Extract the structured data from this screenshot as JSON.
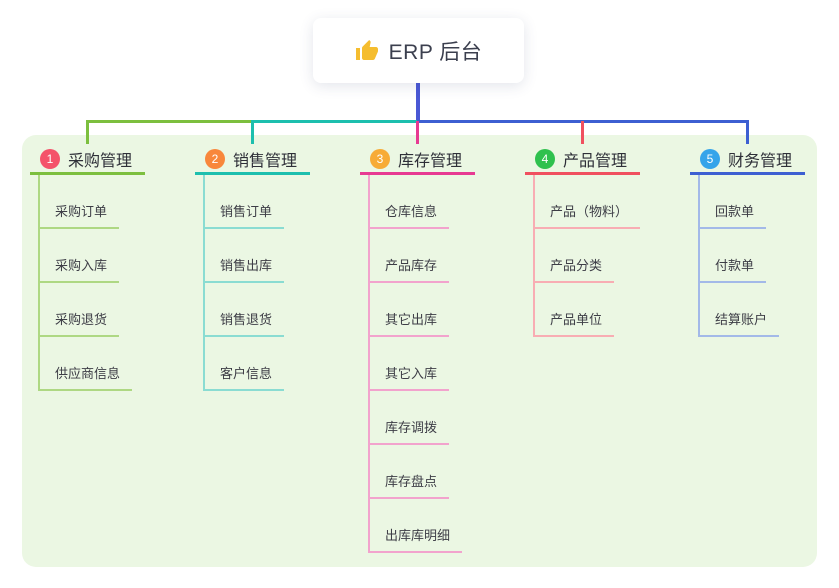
{
  "root": {
    "icon": "thumbs-up-icon",
    "title": "ERP 后台"
  },
  "colors": {
    "root_stem": "#4a58d5",
    "panel_bg": "#ebf7e3",
    "thumb_icon": "#f5bd2f",
    "root_text": "#3b3f4e"
  },
  "branches": [
    {
      "num": "1",
      "title": "采购管理",
      "color": "#7cbf3e",
      "tint": "#aed883",
      "badge_color": "#f4536a",
      "children": [
        "采购订单",
        "采购入库",
        "采购退货",
        "供应商信息"
      ]
    },
    {
      "num": "2",
      "title": "销售管理",
      "color": "#1dbfae",
      "tint": "#8adcd2",
      "badge_color": "#f8873b",
      "children": [
        "销售订单",
        "销售出库",
        "销售退货",
        "客户信息"
      ]
    },
    {
      "num": "3",
      "title": "库存管理",
      "color": "#e73a92",
      "tint": "#f2a3cd",
      "badge_color": "#f7ab36",
      "children": [
        "仓库信息",
        "产品库存",
        "其它出库",
        "其它入库",
        "库存调拨",
        "库存盘点",
        "出库库明细"
      ]
    },
    {
      "num": "4",
      "title": "产品管理",
      "color": "#f0505f",
      "tint": "#f8adb3",
      "badge_color": "#2fc14e",
      "children": [
        "产品（物料）",
        "产品分类",
        "产品单位"
      ]
    },
    {
      "num": "5",
      "title": "财务管理",
      "color": "#3d5fd2",
      "tint": "#a3b9e8",
      "badge_color": "#35a4ea",
      "children": [
        "回款单",
        "付款单",
        "结算账户"
      ]
    }
  ]
}
